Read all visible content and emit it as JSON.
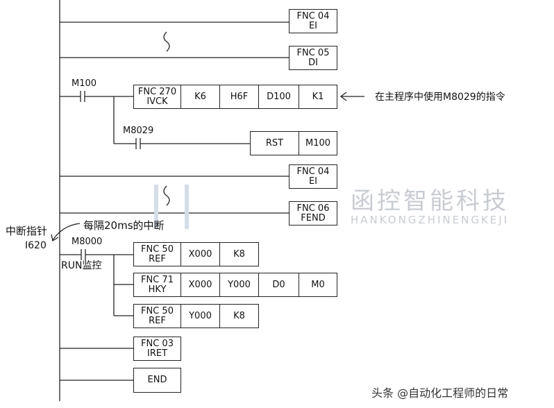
{
  "rungs": {
    "ei1": {
      "fnc": "FNC 04",
      "mn": "EI"
    },
    "di": {
      "fnc": "FNC 05",
      "mn": "DI"
    },
    "ivck": {
      "contact": "M100",
      "fnc": "FNC 270",
      "mn": "IVCK",
      "ops": [
        "K6",
        "H6F",
        "D100",
        "K1"
      ],
      "note": "在主程序中使用M8029的指令"
    },
    "rst": {
      "contact": "M8029",
      "op": "RST",
      "target": "M100"
    },
    "ei2": {
      "fnc": "FNC 04",
      "mn": "EI"
    },
    "fend": {
      "fnc": "FNC 06",
      "mn": "FEND"
    },
    "interrupt": {
      "pointer_label": "中断指针",
      "pointer": "I620",
      "period_note": "每隔20ms的中断",
      "contact": "M8000",
      "contact_note": "RUN监控",
      "ref1": {
        "fnc": "FNC 50",
        "mn": "REF",
        "ops": [
          "X000",
          "K8"
        ]
      },
      "hky": {
        "fnc": "FNC 71",
        "mn": "HKY",
        "ops": [
          "X000",
          "Y000",
          "D0",
          "M0"
        ]
      },
      "ref2": {
        "fnc": "FNC 50",
        "mn": "REF",
        "ops": [
          "Y000",
          "K8"
        ]
      }
    },
    "iret": {
      "fnc": "FNC 03",
      "mn": "IRET"
    },
    "end": {
      "label": "END"
    }
  },
  "watermark": {
    "cn": "函控智能科技",
    "en": "HANKONGZHINENGKEJI"
  },
  "credit": "头条 @自动化工程师的日常"
}
